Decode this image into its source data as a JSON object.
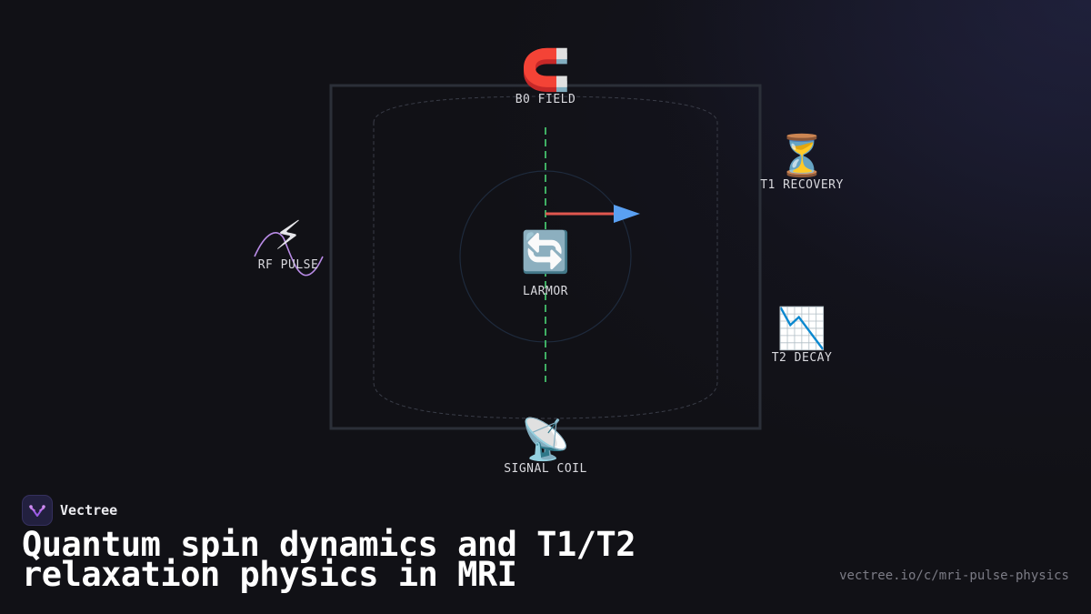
{
  "diagram": {
    "nodes": {
      "b0_field": {
        "icon": "magnet-icon",
        "glyph": "🧲",
        "label": "B0 FIELD"
      },
      "t1_recovery": {
        "icon": "hourglass-icon",
        "glyph": "⏳",
        "label": "T1 RECOVERY"
      },
      "rf_pulse": {
        "icon": "lightning-icon",
        "glyph": "⚡",
        "label": "RF PULSE"
      },
      "larmor": {
        "icon": "rotate-arrows-icon",
        "glyph": "🔄",
        "label": "LARMOR"
      },
      "t2_decay": {
        "icon": "chart-decreasing-icon",
        "glyph": "📉",
        "label": "T2 DECAY"
      },
      "signal_coil": {
        "icon": "satellite-dish-icon",
        "glyph": "📡",
        "label": "SIGNAL COIL"
      }
    },
    "colors": {
      "frame": "#2b2f38",
      "field_axis": "#3fae63",
      "magnetization_vector": "#e0574f",
      "vector_head": "#5aa0f2",
      "rf_wave": "#b98be6"
    }
  },
  "footer": {
    "brand_name": "Vectree",
    "headline": "Quantum spin dynamics and T1/T2 relaxation physics in MRI",
    "url": "vectree.io/c/mri-pulse-physics"
  }
}
